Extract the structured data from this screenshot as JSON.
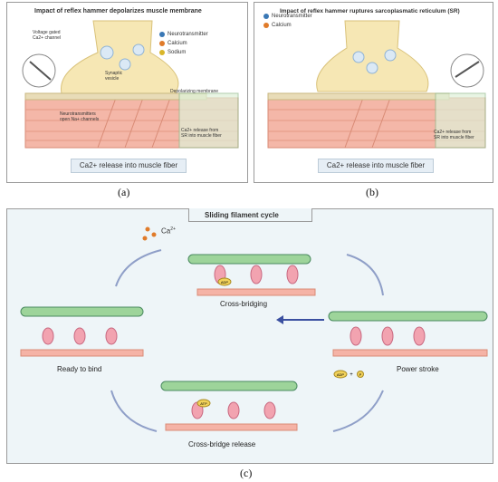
{
  "panel_a": {
    "title": "Impact of reflex hammer depolarizes muscle membrane",
    "legend": [
      {
        "label": "Neurotransmitter",
        "color": "#3a78b5",
        "icon": "neurotransmitter-icon"
      },
      {
        "label": "Calcium",
        "color": "#e07b2a",
        "icon": "calcium-icon"
      },
      {
        "label": "Sodium",
        "color": "#d9b62a",
        "icon": "sodium-icon"
      }
    ],
    "labels": {
      "voltage_gated": "Voltage gated\nCa2+ channel",
      "synaptic_vesicle": "Synaptic\nvesicle",
      "depolarizing_membrane": "Depolarizing membrane",
      "neurotransmitters": "Neurotransmitters\nopen Na+ channels",
      "ca_release": "Ca2+ release from\nSR into muscle fiber"
    },
    "release": "Ca2+ release into muscle fiber",
    "caption": "(a)"
  },
  "panel_b": {
    "title": "Impact of reflex hammer ruptures sarcoplasmatic reticulum (SR)",
    "legend": [
      {
        "label": "Neurotransmitter",
        "color": "#3a78b5",
        "icon": "neurotransmitter-icon"
      },
      {
        "label": "Calcium",
        "color": "#e07b2a",
        "icon": "calcium-icon"
      }
    ],
    "labels": {
      "ca_release": "Ca2+ release from\nSR into muscle fiber"
    },
    "release": "Ca2+ release into muscle fiber",
    "caption": "(b)"
  },
  "panel_c": {
    "title": "Sliding filament cycle",
    "ion": "Ca",
    "ion_sup": "2+",
    "stages": {
      "cross_bridging": "Cross-bridging",
      "power_stroke": "Power stroke",
      "cross_bridge_release": "Cross-bridge release",
      "ready_to_bind": "Ready to bind"
    },
    "molecules": {
      "adp": "ADP",
      "p": "P",
      "atp": "ATP",
      "plus": "+"
    },
    "caption": "(c)"
  }
}
